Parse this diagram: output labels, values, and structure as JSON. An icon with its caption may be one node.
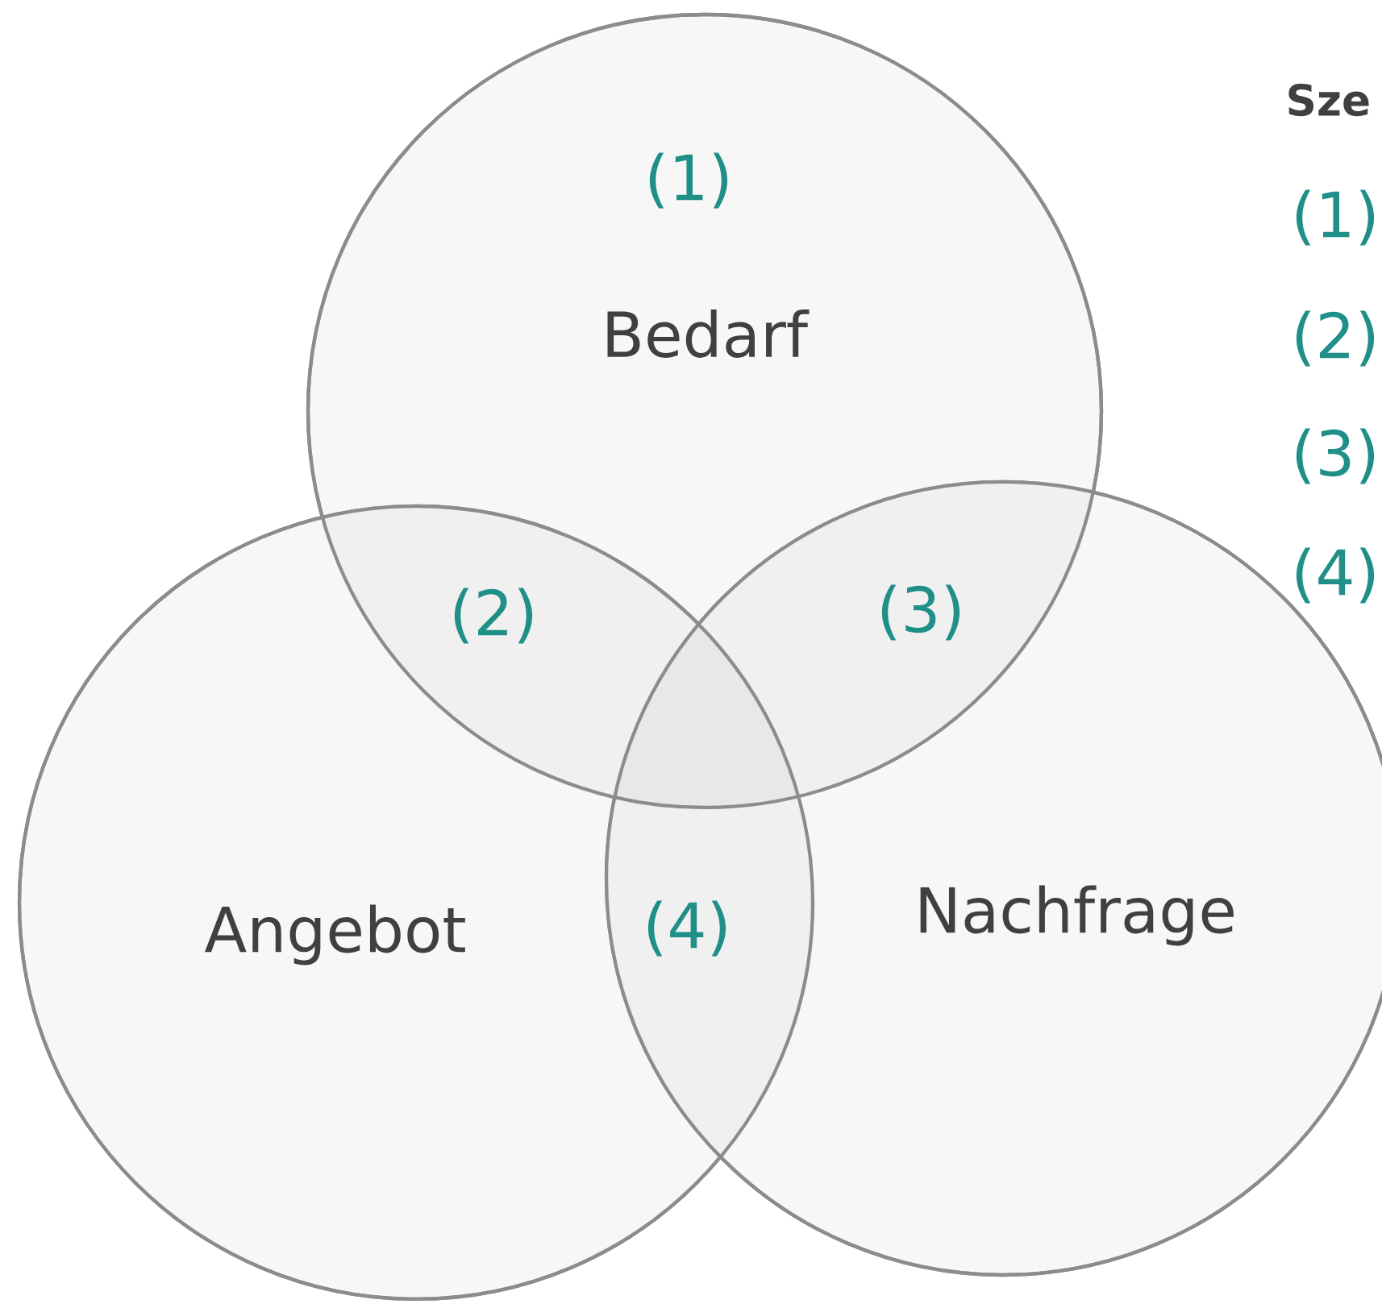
{
  "diagram": {
    "nodes": [
      {
        "text": [
          "(1)",
          "Bedarf"
        ]
      },
      {
        "text": [
          "Angebot"
        ]
      },
      {
        "text": [
          "Nachfrage"
        ]
      }
    ],
    "labels": [
      "(2)",
      "(3)",
      "(4)",
      "Sze",
      "(1)",
      "(2)",
      "(3)",
      "(4)"
    ]
  }
}
